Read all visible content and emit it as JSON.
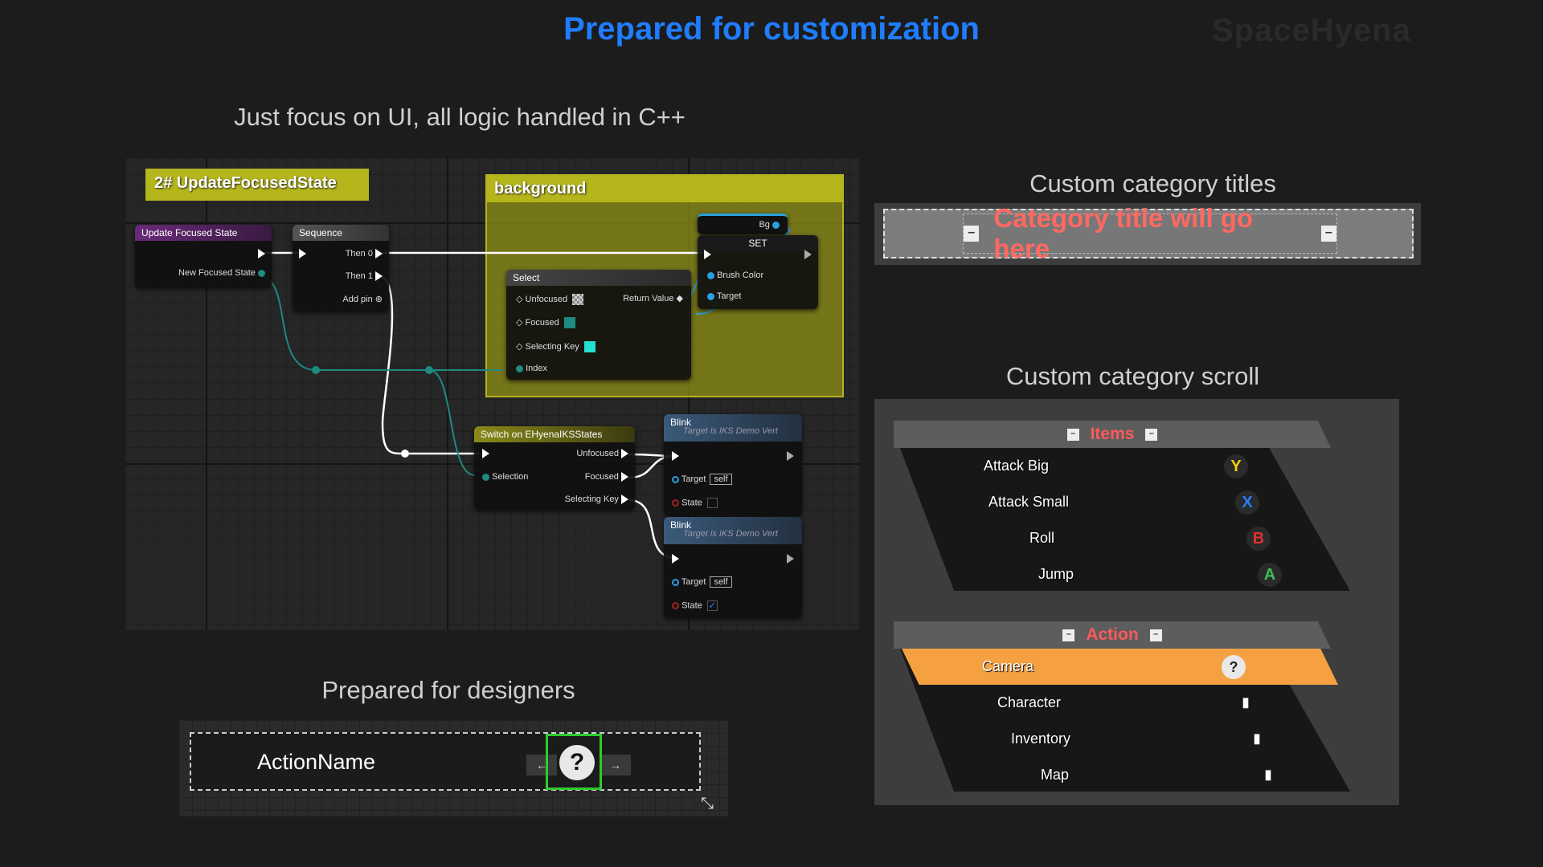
{
  "header": {
    "main_title": "Prepared for customization",
    "brand": "SpaceHyena"
  },
  "sections": {
    "graph_title": "Just focus on UI, all logic handled in C++",
    "category_titles_title": "Custom category titles",
    "category_scroll_title": "Custom category scroll",
    "designers_title": "Prepared for designers"
  },
  "graph": {
    "comment_function": "2# UpdateFocusedState",
    "comment_background": "background",
    "node_update": {
      "title": "Update Focused State",
      "pin_param": "New Focused State"
    },
    "node_sequence": {
      "title": "Sequence",
      "then0": "Then 0",
      "then1": "Then 1",
      "add_pin": "Add pin"
    },
    "node_bg": {
      "label": "Bg"
    },
    "node_set": {
      "title": "SET",
      "brush_color": "Brush Color",
      "target": "Target"
    },
    "node_select": {
      "title": "Select",
      "unfocused": "Unfocused",
      "focused": "Focused",
      "selecting_key": "Selecting Key",
      "index": "Index",
      "return_value": "Return Value"
    },
    "node_switch": {
      "title": "Switch on EHyenaIKSStates",
      "selection": "Selection",
      "unfocused": "Unfocused",
      "focused": "Focused",
      "selecting_key": "Selecting Key"
    },
    "node_blink1": {
      "title": "Blink",
      "subtitle": "Target is IKS Demo Vert",
      "target": "Target",
      "target_value": "self",
      "state": "State"
    },
    "node_blink2": {
      "title": "Blink",
      "subtitle": "Target is IKS Demo Vert",
      "target": "Target",
      "target_value": "self",
      "state": "State"
    }
  },
  "category_title_demo": {
    "text": "Category title will go here"
  },
  "category_scroll": {
    "categories": [
      {
        "label": "Items",
        "rows": [
          {
            "name": "Attack Big",
            "icon": "Y",
            "color": "#f0d000"
          },
          {
            "name": "Attack Small",
            "icon": "X",
            "color": "#2a7cff"
          },
          {
            "name": "Roll",
            "icon": "B",
            "color": "#e03030"
          },
          {
            "name": "Jump",
            "icon": "A",
            "color": "#3cc05a"
          }
        ]
      },
      {
        "label": "Action",
        "rows": [
          {
            "name": "Camera",
            "icon": "?",
            "highlighted": true
          },
          {
            "name": "Character",
            "icon": "mouse-icon"
          },
          {
            "name": "Inventory",
            "icon": "mouse-icon"
          },
          {
            "name": "Map",
            "icon": "mouse-icon"
          }
        ]
      }
    ],
    "highlight_color": "#f5a142"
  },
  "designer_widget": {
    "action_name": "ActionName",
    "key_glyph": "?",
    "prev_arrow": "←",
    "next_arrow": "→"
  }
}
